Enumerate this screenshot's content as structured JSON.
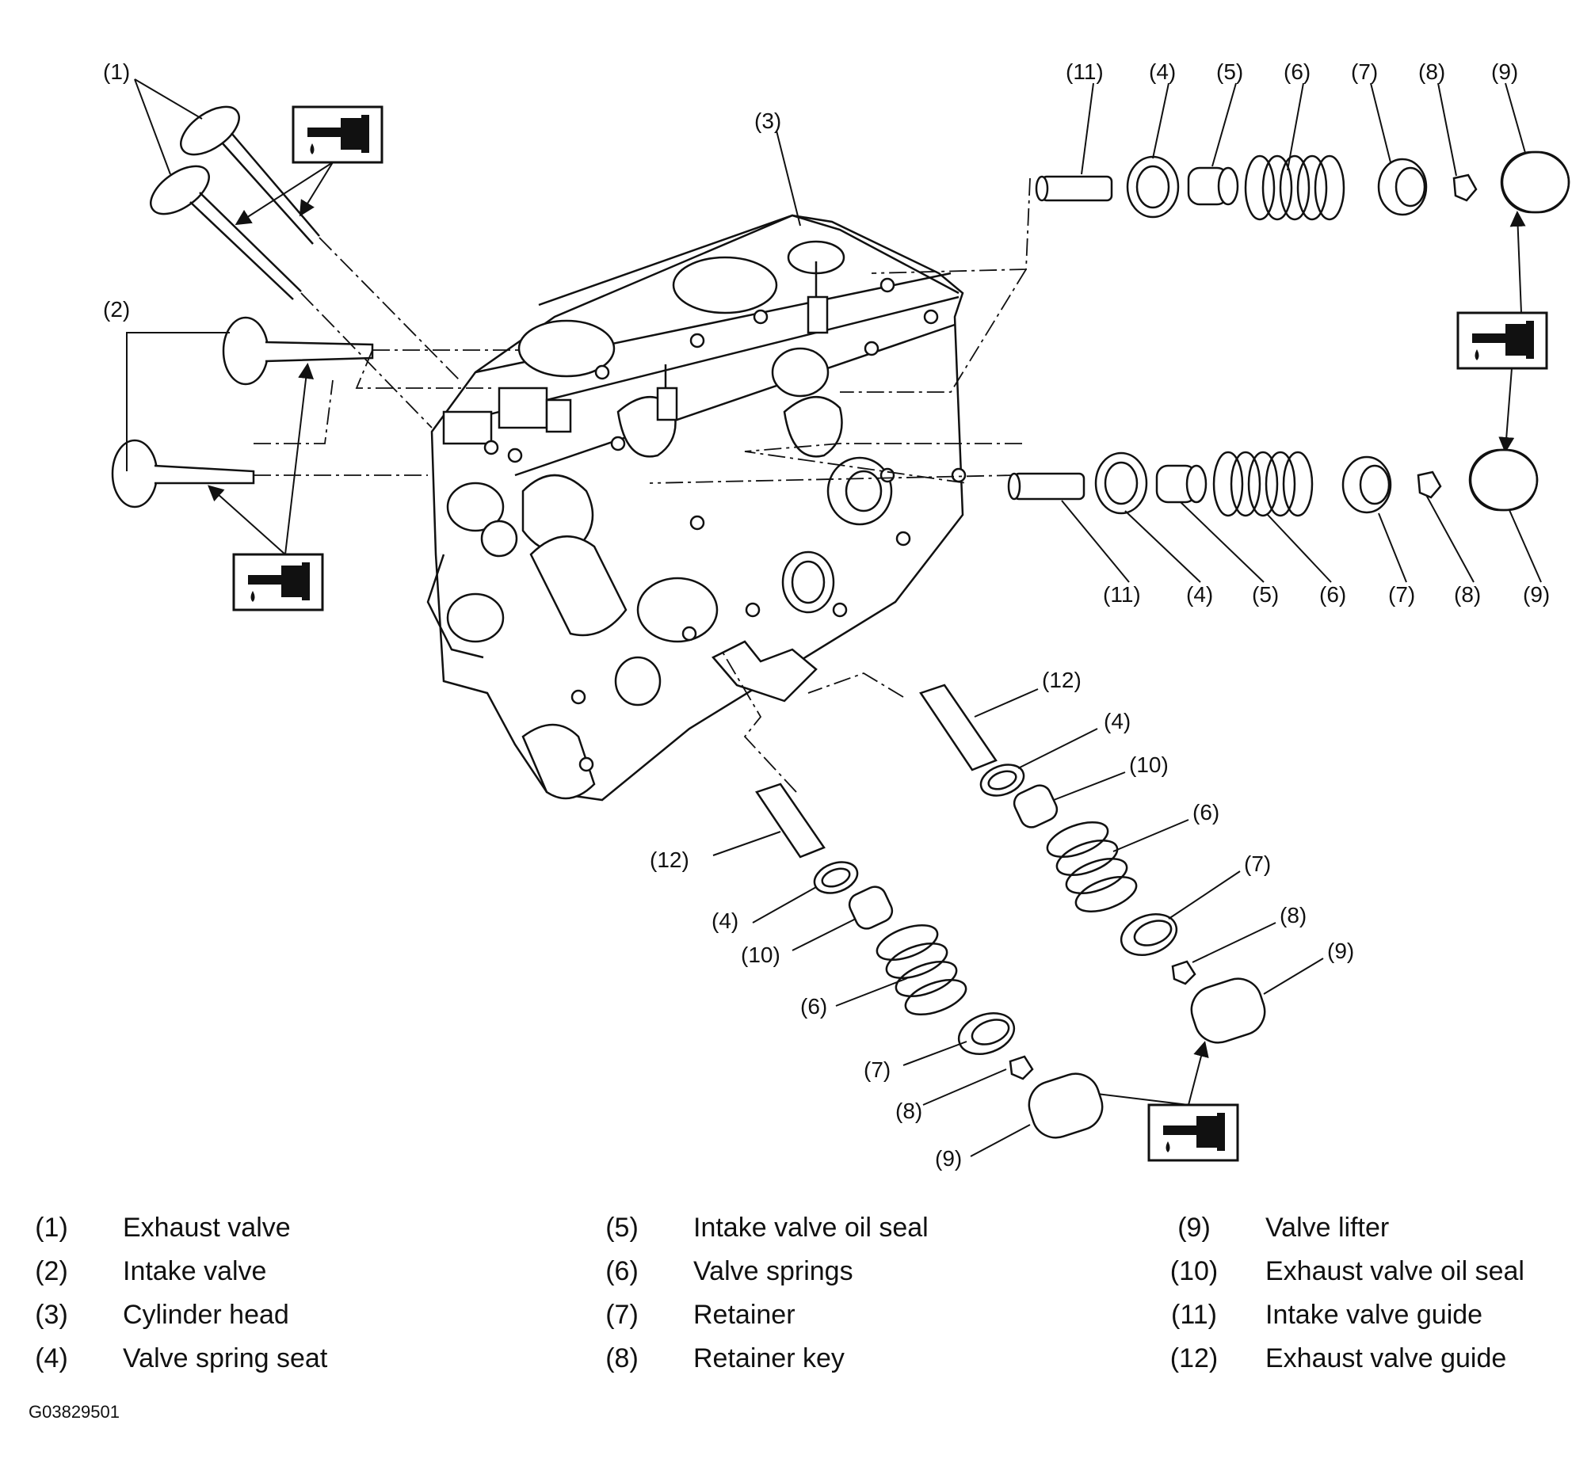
{
  "callouts": {
    "c1": "(1)",
    "c2": "(2)",
    "c3": "(3)",
    "c11": "(11)",
    "c4": "(4)",
    "c5": "(5)",
    "c6": "(6)",
    "c7": "(7)",
    "c8": "(8)",
    "c9": "(9)",
    "c10": "(10)",
    "c12": "(12)"
  },
  "legend": [
    {
      "num": "(1)",
      "label": "Exhaust valve"
    },
    {
      "num": "(2)",
      "label": "Intake valve"
    },
    {
      "num": "(3)",
      "label": "Cylinder head"
    },
    {
      "num": "(4)",
      "label": "Valve spring seat"
    },
    {
      "num": "(5)",
      "label": "Intake valve oil seal"
    },
    {
      "num": "(6)",
      "label": "Valve springs"
    },
    {
      "num": "(7)",
      "label": "Retainer"
    },
    {
      "num": "(8)",
      "label": "Retainer key"
    },
    {
      "num": "(9)",
      "label": "Valve lifter"
    },
    {
      "num": "(10)",
      "label": "Exhaust valve oil seal"
    },
    {
      "num": "(11)",
      "label": "Intake valve guide"
    },
    {
      "num": "(12)",
      "label": "Exhaust valve guide"
    }
  ],
  "figure_id": "G03829501",
  "icons": {
    "oil_can": "oil-application-icon"
  }
}
